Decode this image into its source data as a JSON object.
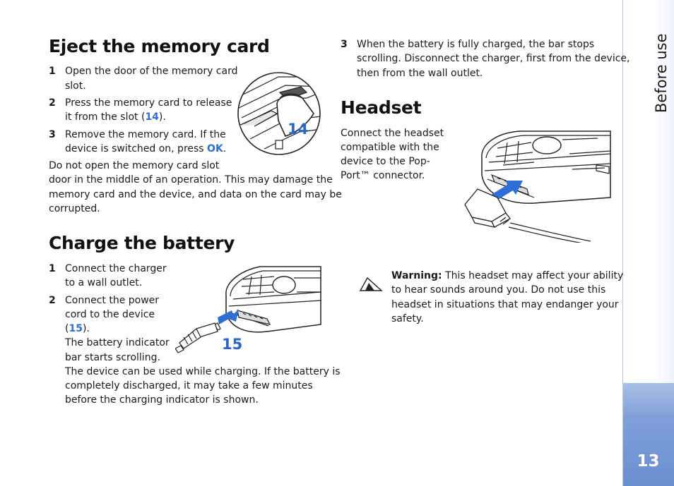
{
  "sidebar": {
    "section_title": "Before use",
    "page_number": "13"
  },
  "eject": {
    "heading": "Eject the memory card",
    "step1_num": "1",
    "step1_line1": "Open the door of the memory card",
    "step1_line2": "slot.",
    "step2_num": "2",
    "step2_line1": "Press the memory card to release",
    "step2_line2_pre": "it from the slot (",
    "step2_ref": "14",
    "step2_line2_post": ").",
    "step3_num": "3",
    "step3_line1": "Remove the memory card. If the",
    "step3_line2_pre": "device is switched on, press ",
    "step3_key": "OK",
    "step3_line2_post": ".",
    "note_line1": "Do not open the memory card slot",
    "note_line2": "door in the middle of an operation. This may damage the",
    "note_line3": "memory card and the device, and data on the card may be",
    "note_line4": "corrupted.",
    "figure_label": "14"
  },
  "charge": {
    "heading": "Charge the battery",
    "step1_num": "1",
    "step1_line1": "Connect the charger",
    "step1_line2": "to a wall outlet.",
    "step2_num": "2",
    "step2_line1": "Connect the power",
    "step2_line2": "cord to the device",
    "step2_line3_pre": "(",
    "step2_ref": "15",
    "step2_line3_post": ").",
    "step2_line4": "The battery indicator",
    "step2_line5": "bar starts scrolling.",
    "step2_line6": "The device can be used while charging. If the battery is",
    "step2_line7": "completely discharged, it may take a few minutes",
    "step2_line8": "before the charging indicator is shown.",
    "step3_num": "3",
    "step3_line1": "When the battery is fully charged, the bar stops",
    "step3_line2": "scrolling. Disconnect the charger, first from the device,",
    "step3_line3": "then from the wall outlet.",
    "figure_label": "15"
  },
  "headset": {
    "heading": "Headset",
    "line1": "Connect the headset",
    "line2": "compatible with the",
    "line3": "device to the Pop-",
    "line4": "Port™ connector.",
    "warning_label": "Warning:",
    "warning_line1": " This headset may affect your ability",
    "warning_line2": "to hear sounds around you. Do not use this",
    "warning_line3": "headset in situations that may endanger your",
    "warning_line4": "safety."
  },
  "colors": {
    "accent_blue": "#2e6fd6",
    "sidebar_blue": "#7f9fd8"
  }
}
